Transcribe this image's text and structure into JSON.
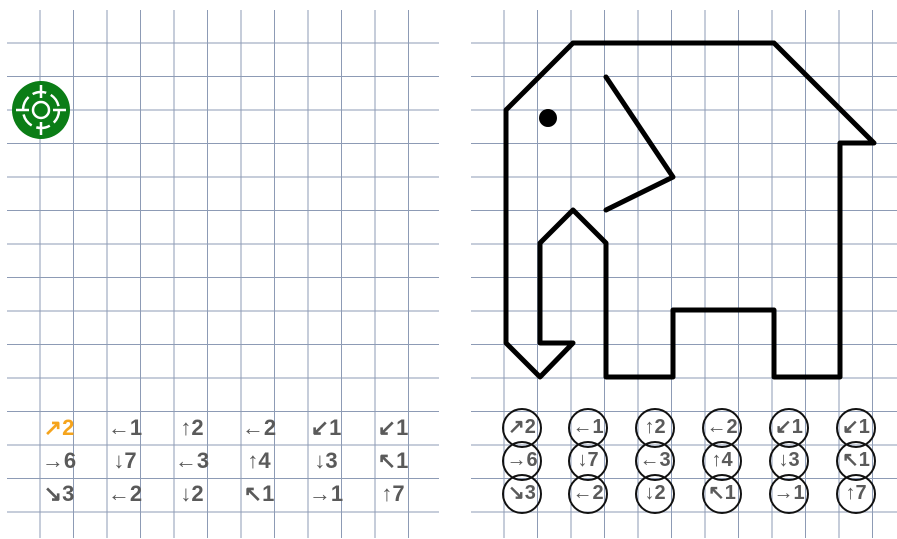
{
  "left_panel": {
    "marker_icon": "crosshair-target-icon",
    "marker_color": "#0b7d16",
    "commands": [
      [
        "↗2",
        "←1",
        "↑2",
        "←2",
        "↙1",
        "↙1"
      ],
      [
        "→6",
        "↓7",
        "←3",
        "↑4",
        "↓3",
        "↖1"
      ],
      [
        "↘3",
        "←2",
        "↓2",
        "↖1",
        "→1",
        "↑7"
      ]
    ],
    "active_command": "↗2",
    "active_color": "#f5a41d"
  },
  "right_panel": {
    "commands": [
      [
        "↗2",
        "←1",
        "↑2",
        "←2",
        "↙1",
        "↙1"
      ],
      [
        "→6",
        "↓7",
        "←3",
        "↑4",
        "↓3",
        "↖1"
      ],
      [
        "↘3",
        "←2",
        "↓2",
        "↖1",
        "→1",
        "↑7"
      ]
    ],
    "drawing": "elephant"
  },
  "colors": {
    "grid": "#8d9bb5",
    "command_text": "#5a5a5a",
    "line": "#000000"
  }
}
